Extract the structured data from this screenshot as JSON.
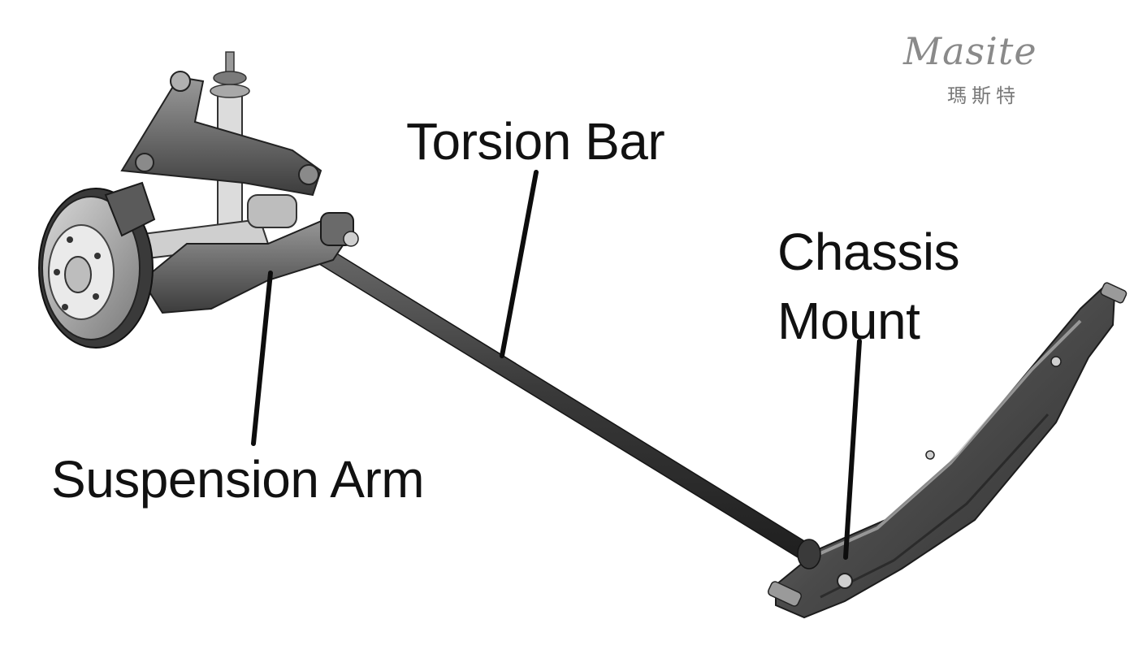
{
  "labels": {
    "torsion_bar": "Torsion Bar",
    "suspension_arm": "Suspension Arm",
    "chassis_mount_line1": "Chassis",
    "chassis_mount_line2": "Mount"
  },
  "watermark": {
    "latin": "Masite",
    "cjk": "瑪斯特"
  },
  "colors": {
    "background": "#ffffff",
    "label_text": "#111111",
    "leader_line": "#0d0d0d",
    "metal_dark": "#2e2e2e",
    "metal_mid": "#6f6f6f",
    "metal_light": "#c9c9c9",
    "watermark": "#8a8a8a"
  },
  "components": [
    "wheel-hub-assembly",
    "suspension-arm",
    "torsion-bar",
    "chassis-crossmember"
  ]
}
